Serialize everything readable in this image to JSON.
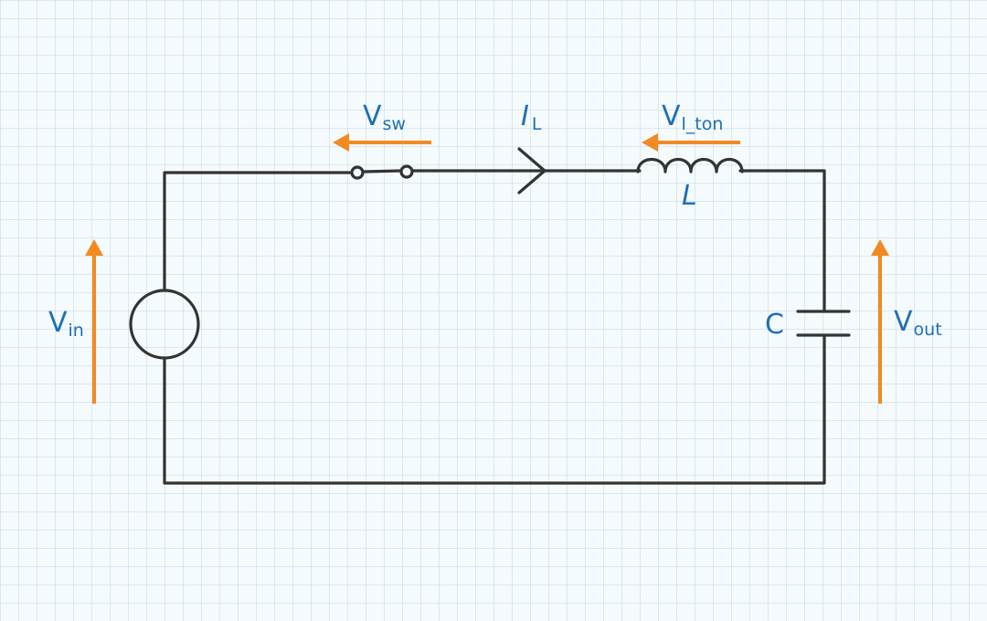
{
  "colors": {
    "wire": "#333333",
    "label": "#1e6fb4",
    "arrow": "#f28a22"
  },
  "labels": {
    "vin": {
      "main": "V",
      "sub": "in"
    },
    "vsw": {
      "main": "V",
      "sub": "sw"
    },
    "il": {
      "main": "I",
      "sub": "L"
    },
    "vl_ton": {
      "main": "V",
      "sub": "l_ton"
    },
    "inductor": "L",
    "capacitor": "C",
    "vout": {
      "main": "V",
      "sub": "out"
    }
  }
}
